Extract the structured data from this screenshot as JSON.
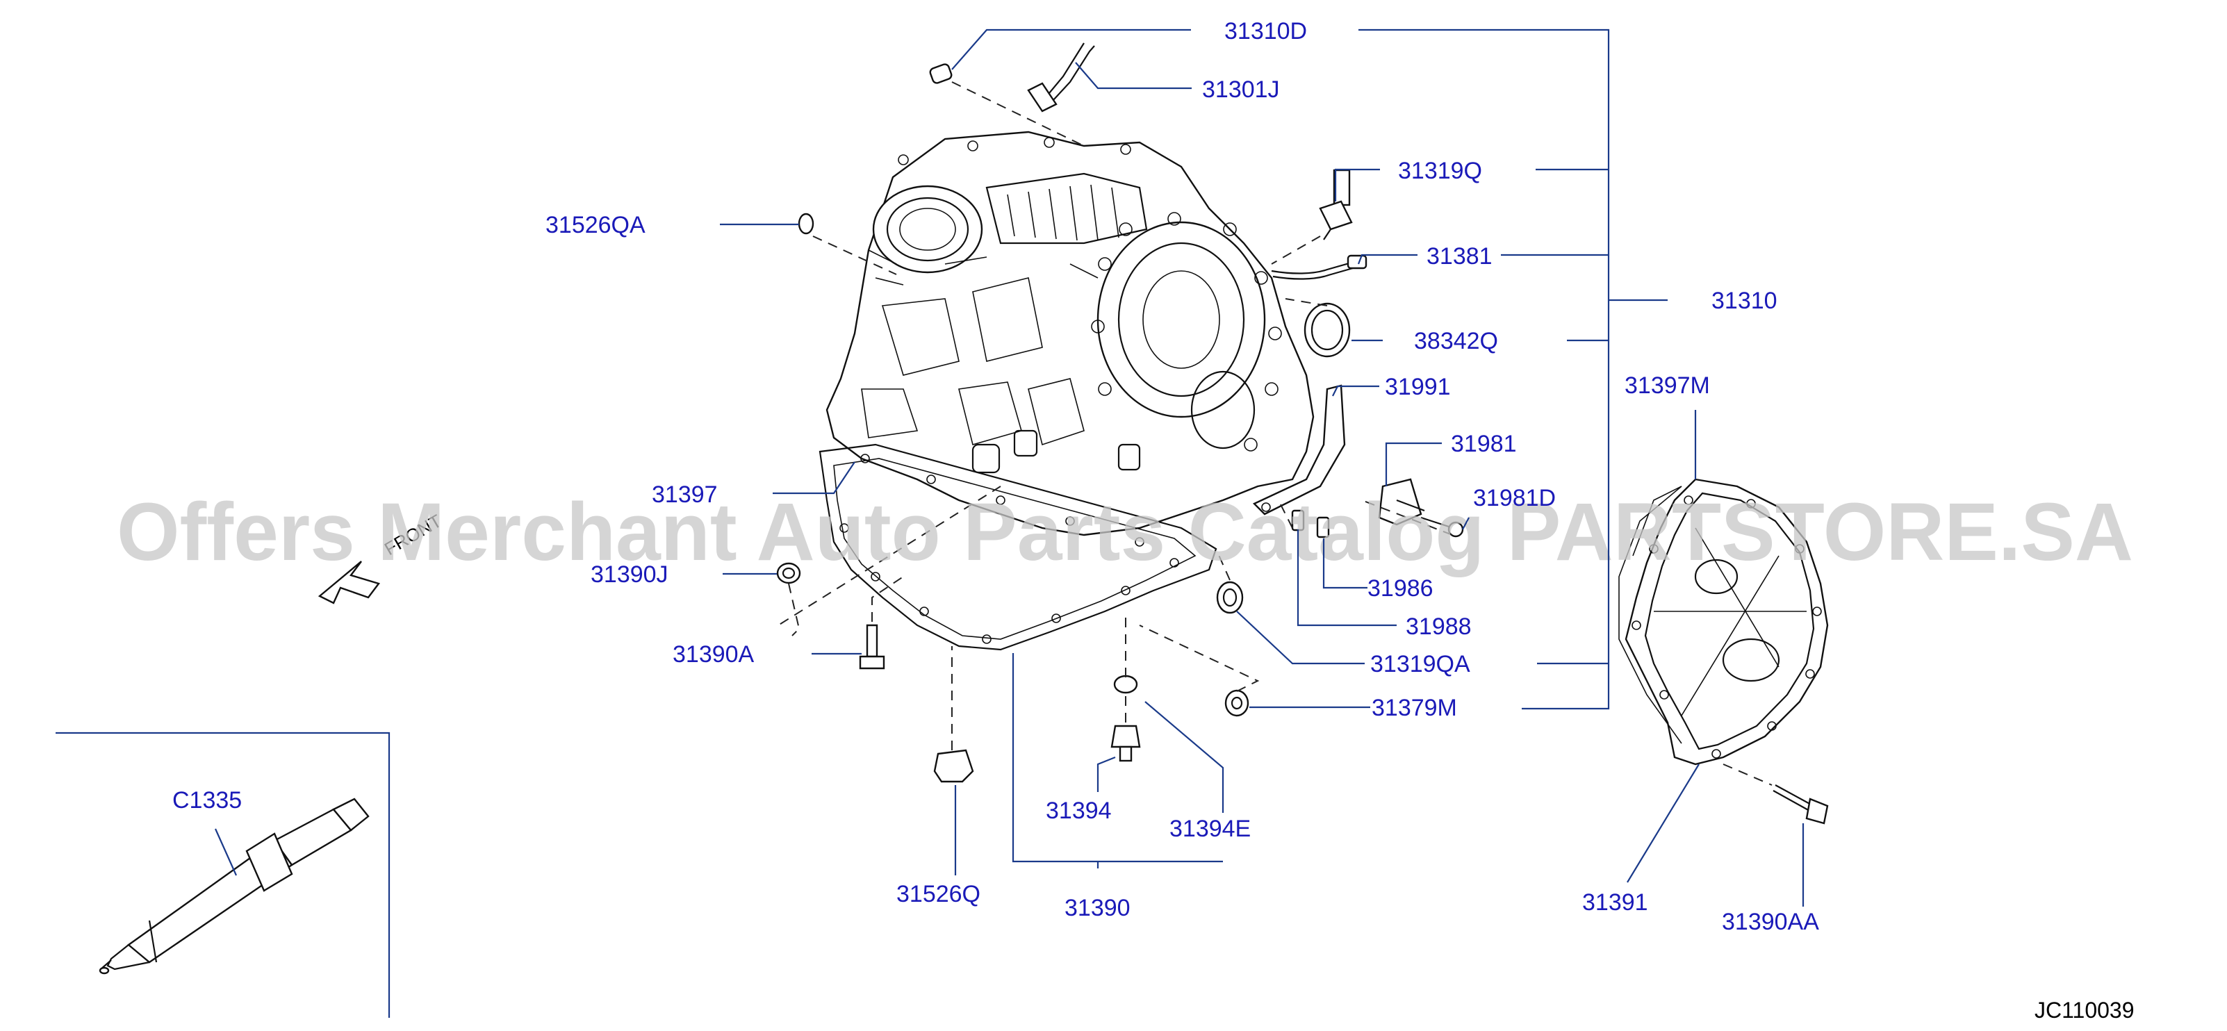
{
  "diagram": {
    "watermark": "Offers Merchant Auto Parts Catalog PARTSTORE.SA",
    "reference_code": "JC110039",
    "front_label": "FRONT",
    "labels": {
      "l31310D": "31310D",
      "l31301J": "31301J",
      "l31319Q": "31319Q",
      "l31526QA": "31526QA",
      "l31381": "31381",
      "l31310": "31310",
      "l38342Q": "38342Q",
      "l31991": "31991",
      "l31397M": "31397M",
      "l31981": "31981",
      "l31397": "31397",
      "l31981D": "31981D",
      "l31390J": "31390J",
      "l31986": "31986",
      "l31988": "31988",
      "l31390A": "31390A",
      "l31319QA": "31319QA",
      "l31379M": "31379M",
      "lC1335": "C1335",
      "l31394": "31394",
      "l31394E": "31394E",
      "l31526Q": "31526Q",
      "l31390": "31390",
      "l31391": "31391",
      "l31390AA": "31390AA"
    }
  }
}
